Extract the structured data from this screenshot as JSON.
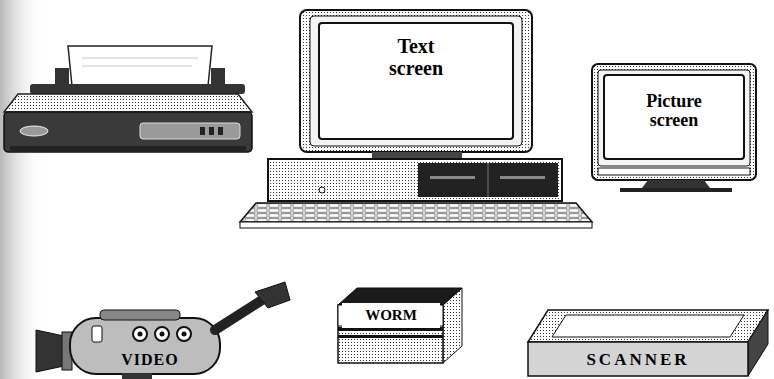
{
  "diagram": {
    "nodes": [
      {
        "text": [
          "Text screen"
        ]
      },
      {
        "text": [
          "Picture screen"
        ]
      },
      {
        "text": [
          "VIDEO"
        ]
      },
      {
        "text": [
          "WORM"
        ]
      },
      {
        "text": [
          "SCANNER"
        ]
      }
    ]
  }
}
